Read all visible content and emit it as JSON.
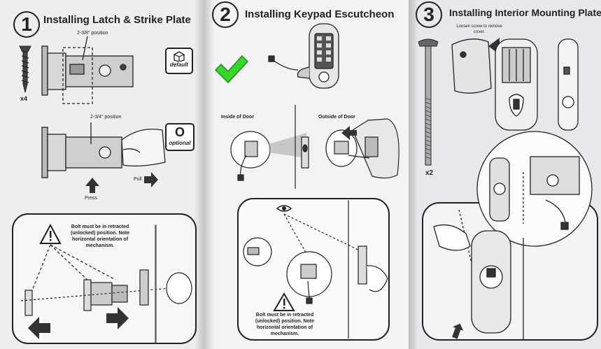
{
  "panels": [
    {
      "step": "1",
      "title": "Installing Latch & Strike Plate",
      "screw_count": "x4",
      "position_top": "2-3/8\" position",
      "default_badge": "default",
      "position_middle": "2-3/4\" position",
      "optional_badge": "optional",
      "optional_letter": "O",
      "pull": "Pull",
      "press": "Press",
      "warning": "Bolt must be in retracted (unlocked) position. Note horizontal orientation of mechanism."
    },
    {
      "step": "2",
      "title": "Installing Keypad Escutcheon",
      "inside_door": "Inside of Door",
      "outside_door": "Outside of Door",
      "warning": "Bolt must be in retracted (unlocked) position. Note horizontal orientation of mechanism."
    },
    {
      "step": "3",
      "title": "Installing Interior Mounting Plate",
      "cover_note": "Loosen screw to remove cover.",
      "screw_count": "x2"
    }
  ],
  "colors": {
    "check_mark": "#39d42d",
    "ink": "#222222"
  }
}
